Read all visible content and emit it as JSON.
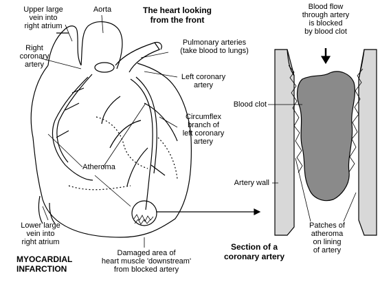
{
  "heart": {
    "title": [
      "The heart looking",
      "from the front"
    ],
    "labels": {
      "upper_vein": [
        "Upper large",
        "vein into",
        "right atrium"
      ],
      "aorta": [
        "Aorta"
      ],
      "right_coronary": [
        "Right",
        "coronary",
        "artery"
      ],
      "pulmonary": [
        "Pulmonary arteries",
        "(take blood to lungs)"
      ],
      "left_coronary": [
        "Left coronary",
        "artery"
      ],
      "circumflex": [
        "Circumflex",
        "branch of",
        "left coronary",
        "artery"
      ],
      "atheroma": [
        "Atheroma"
      ],
      "lower_vein": [
        "Lower large",
        "vein into",
        "right atrium"
      ],
      "damaged": [
        "Damaged area of",
        "heart muscle 'downstream'",
        "from blocked artery"
      ]
    },
    "caption": [
      "MYOCARDIAL",
      "INFARCTION"
    ]
  },
  "section": {
    "caption": [
      "Section of a",
      "coronary artery"
    ],
    "labels": {
      "flow": [
        "Blood flow",
        "through artery",
        "is blocked",
        "by blood clot"
      ],
      "clot": [
        "Blood clot"
      ],
      "wall": [
        "Artery wall"
      ],
      "patches": [
        "Patches of",
        "atheroma",
        "on lining",
        "of artery"
      ]
    }
  }
}
